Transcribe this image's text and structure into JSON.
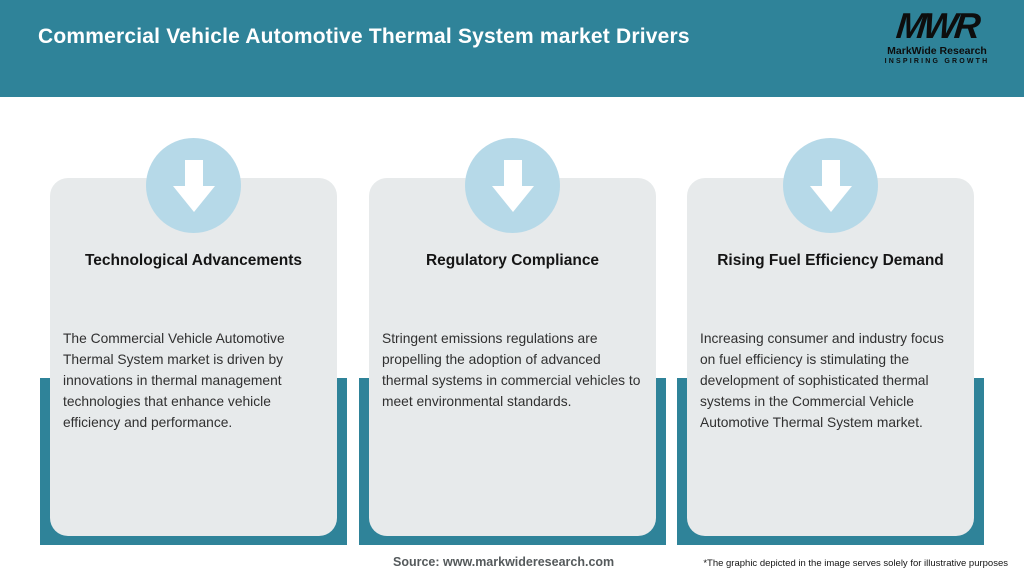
{
  "header": {
    "title": "Commercial Vehicle Automotive Thermal System market Drivers",
    "logo": {
      "acronym": "MWR",
      "name": "MarkWide Research",
      "tagline": "INSPIRING GROWTH"
    }
  },
  "cards": [
    {
      "icon": "down-arrow-icon",
      "title": "Technological Advancements",
      "description": "The Commercial Vehicle Automotive Thermal System market is driven by innovations in thermal management technologies that enhance vehicle efficiency and performance."
    },
    {
      "icon": "down-arrow-icon",
      "title": "Regulatory Compliance",
      "description": "Stringent emissions regulations are propelling the adoption of advanced thermal systems in commercial vehicles to meet environmental standards."
    },
    {
      "icon": "down-arrow-icon",
      "title": "Rising Fuel Efficiency Demand",
      "description": "Increasing consumer and industry focus on fuel efficiency is stimulating the development of sophisticated thermal systems in the Commercial Vehicle Automotive Thermal System market."
    }
  ],
  "footer": {
    "source": "Source: www.markwideresearch.com",
    "disclaimer": "*The graphic depicted in the image serves solely for illustrative purposes"
  },
  "colors": {
    "teal": "#2F8399",
    "card_bg": "#E7EAEB",
    "circle_bg": "#B6D9E8",
    "title_text": "#FFFFFF"
  }
}
